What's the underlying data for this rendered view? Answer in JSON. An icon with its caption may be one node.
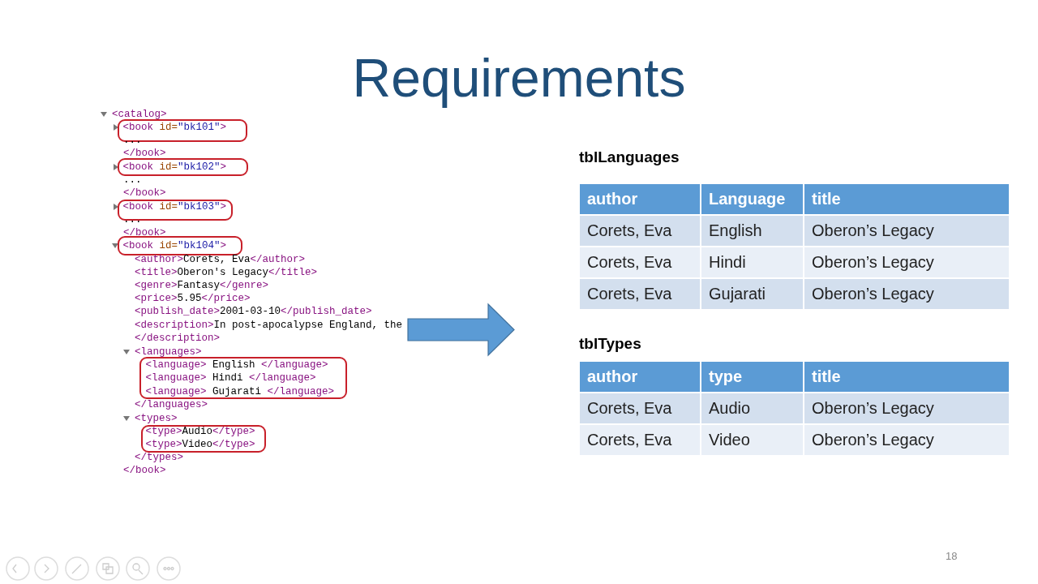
{
  "diagram": {
    "title": "Requirements",
    "nodes": [
      {
        "text": [
          "<book id=\"bk101\">"
        ]
      },
      {
        "text": [
          "<book id=\"bk102\">"
        ]
      },
      {
        "text": [
          "<book id=\"bk103\">"
        ]
      },
      {
        "text": [
          "<book id=\"bk104\">"
        ]
      },
      {
        "text": [
          "<language> English </language>",
          "<language> Hindi </language>",
          "<language> Gujarati </language>"
        ]
      },
      {
        "text": [
          "<type>Audio</type>",
          "<type>Video</type>"
        ]
      }
    ],
    "labels": [
      "<catalog>",
      "...",
      "</book>",
      "...",
      "</book>",
      "...",
      "</book>",
      "<author>Corets, Eva</author>",
      "<title>Oberon's Legacy</title>",
      "<genre>Fantasy</genre>",
      "<price>5.95</price>",
      "<publish_date>2001-03-10</publish_date>",
      "<description>In post-apocalypse England, the",
      "</description>",
      "<languages>",
      "</languages>",
      "<types>",
      "</types>",
      "</book>",
      "tblLanguages",
      "author",
      "Language",
      "title",
      "Corets, Eva",
      "English",
      "Oberon’s Legacy",
      "Corets, Eva",
      "Hindi",
      "Oberon’s Legacy",
      "Corets, Eva",
      "Gujarati",
      "Oberon’s Legacy",
      "tblTypes",
      "author",
      "type",
      "title",
      "Corets, Eva",
      "Audio",
      "Oberon’s Legacy",
      "Corets, Eva",
      "Video",
      "Oberon’s Legacy",
      "18"
    ]
  }
}
